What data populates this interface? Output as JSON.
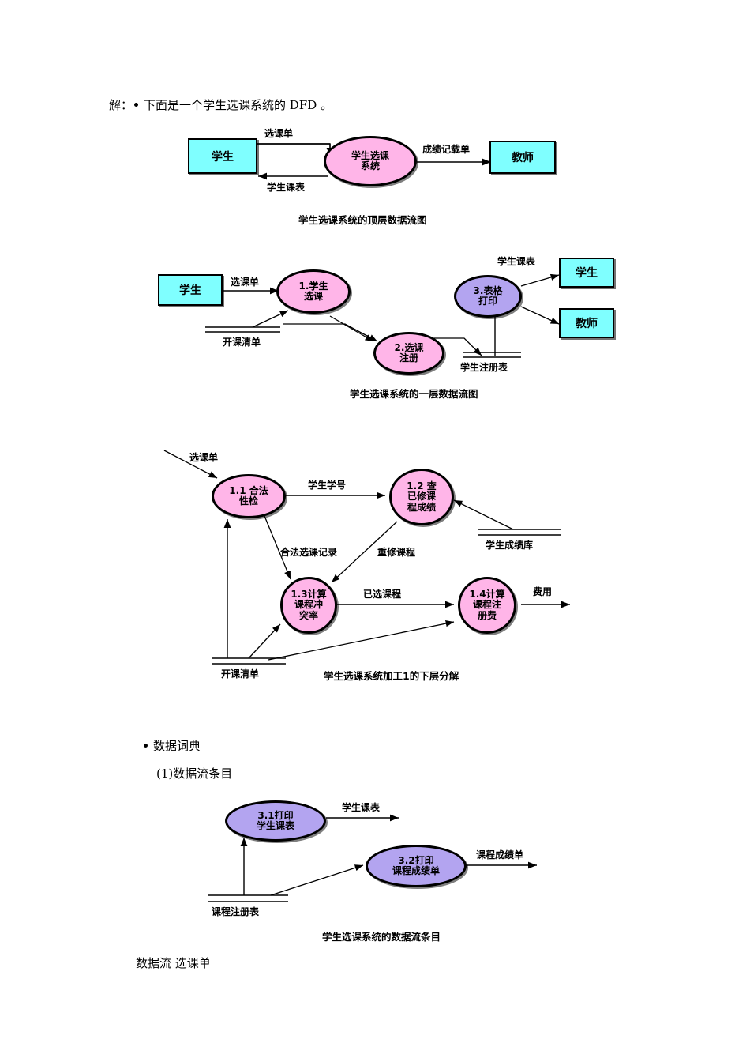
{
  "document": {
    "intro_line": "解：",
    "intro_text": "下面是一个学生选课系统的 DFD  。",
    "dictionary_heading": "数据词典",
    "dictionary_item_1": "(1)数据流条目",
    "footer_line": "数据流    选课单"
  },
  "colors": {
    "external_entity_fill": "#7FFFFF",
    "process_fill_pink": "#FFB5E8",
    "process_fill_purple": "#B3A4F0",
    "stroke": "#000000",
    "page_background": "#FFFFFF"
  },
  "diagram_top": {
    "caption": "学生选课系统的顶层数据流图",
    "entities": [
      {
        "id": "student",
        "label": "学生"
      },
      {
        "id": "teacher",
        "label": "教师"
      }
    ],
    "processes": [
      {
        "id": "p0",
        "label": "学生选课\n系统",
        "fill": "pink"
      }
    ],
    "flows": [
      {
        "id": "f1",
        "label": "选课单",
        "from": "student",
        "to": "p0"
      },
      {
        "id": "f2",
        "label": "学生课表",
        "from": "p0",
        "to": "student"
      },
      {
        "id": "f3",
        "label": "成绩记载单",
        "from": "p0",
        "to": "teacher"
      }
    ]
  },
  "diagram_level1": {
    "caption": "学生选课系统的一层数据流图",
    "entities": [
      {
        "id": "student-left",
        "label": "学生"
      },
      {
        "id": "student-right",
        "label": "学生"
      },
      {
        "id": "teacher-right",
        "label": "教师"
      }
    ],
    "processes": [
      {
        "id": "p1",
        "label": "1.学生\n选课",
        "fill": "pink"
      },
      {
        "id": "p2",
        "label": "2.选课\n注册",
        "fill": "pink"
      },
      {
        "id": "p3",
        "label": "3.表格\n打印",
        "fill": "purple"
      }
    ],
    "stores": [
      {
        "id": "s1",
        "label": "开课清单"
      },
      {
        "id": "s2",
        "label": "学生注册表"
      }
    ],
    "flows": [
      {
        "id": "f1",
        "label": "选课单",
        "from": "student-left",
        "to": "p1"
      },
      {
        "id": "f2",
        "label": "学生课表",
        "from": "p3",
        "to": "student-right"
      },
      {
        "id": "f3",
        "label": "",
        "from": "p3",
        "to": "teacher-right"
      },
      {
        "id": "f4",
        "label": "",
        "from": "s1",
        "to": "p1"
      },
      {
        "id": "f5",
        "label": "",
        "from": "s1",
        "to": "p2"
      },
      {
        "id": "f6",
        "label": "",
        "from": "p1",
        "to": "p2"
      },
      {
        "id": "f7",
        "label": "",
        "from": "p2",
        "to": "s2"
      },
      {
        "id": "f8",
        "label": "",
        "from": "s2",
        "to": "p3"
      }
    ]
  },
  "diagram_decomposition": {
    "caption": "学生选课系统加工1的下层分解",
    "processes": [
      {
        "id": "p11",
        "label": "1.1  合法\n性检",
        "fill": "pink"
      },
      {
        "id": "p12",
        "label": "1.2  查\n已修课\n程成绩",
        "fill": "pink"
      },
      {
        "id": "p13",
        "label": "1.3计算\n课程冲\n突率",
        "fill": "pink"
      },
      {
        "id": "p14",
        "label": "1.4计算\n课程注\n册费",
        "fill": "pink"
      }
    ],
    "stores": [
      {
        "id": "s3",
        "label": "学生成绩库"
      },
      {
        "id": "s4",
        "label": "开课清单"
      }
    ],
    "flows": [
      {
        "id": "f1",
        "label": "选课单",
        "from": "external",
        "to": "p11"
      },
      {
        "id": "f2",
        "label": "学生学号",
        "from": "p11",
        "to": "p12"
      },
      {
        "id": "f3",
        "label": "合法选课记录",
        "from": "p11",
        "to": "p13"
      },
      {
        "id": "f4",
        "label": "重修课程",
        "from": "p12",
        "to": "p13"
      },
      {
        "id": "f5",
        "label": "已选课程",
        "from": "p13",
        "to": "p14"
      },
      {
        "id": "f6",
        "label": "费用",
        "from": "p14",
        "to": "external"
      },
      {
        "id": "f7",
        "label": "",
        "from": "s3",
        "to": "p12"
      },
      {
        "id": "f8",
        "label": "",
        "from": "s4",
        "to": "p11"
      },
      {
        "id": "f9",
        "label": "",
        "from": "s4",
        "to": "p13"
      },
      {
        "id": "f10",
        "label": "",
        "from": "s4",
        "to": "p14"
      }
    ]
  },
  "diagram_dataflow_items": {
    "caption": "学生选课系统的数据流条目",
    "processes": [
      {
        "id": "p31",
        "label": "3.1打印\n学生课表",
        "fill": "purple"
      },
      {
        "id": "p32",
        "label": "3.2打印\n课程成绩单",
        "fill": "purple"
      }
    ],
    "stores": [
      {
        "id": "s5",
        "label": "课程注册表"
      }
    ],
    "flows": [
      {
        "id": "f1",
        "label": "学生课表",
        "from": "p31",
        "to": "external"
      },
      {
        "id": "f2",
        "label": "课程成绩单",
        "from": "p32",
        "to": "external"
      },
      {
        "id": "f3",
        "label": "",
        "from": "s5",
        "to": "p31"
      },
      {
        "id": "f4",
        "label": "",
        "from": "s5",
        "to": "p32"
      }
    ]
  }
}
